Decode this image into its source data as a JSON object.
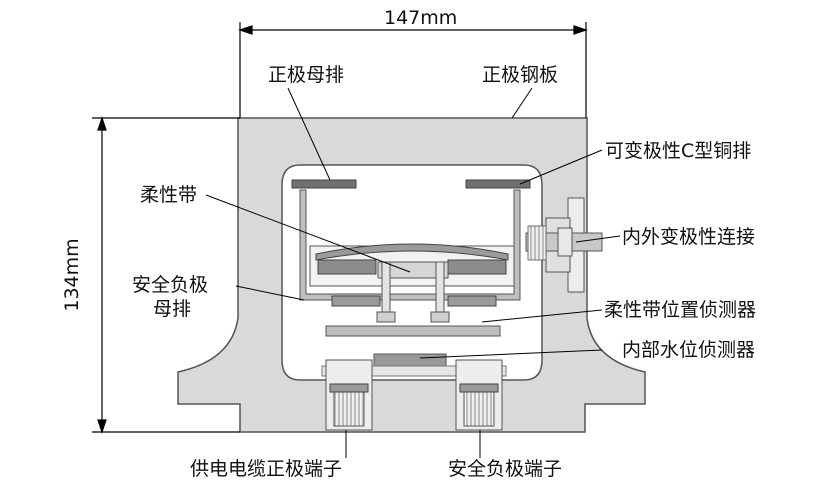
{
  "dimensions": {
    "width_label": "147mm",
    "height_label": "134mm"
  },
  "labels": {
    "positive_busbar": "正极母排",
    "positive_steel_plate": "正极钢板",
    "variable_c_copper_bar": "可变极性C型铜排",
    "flexible_strap": "柔性带",
    "inner_outer_connection": "内外变极性连接",
    "safety_negative_busbar_line1": "安全负极",
    "safety_negative_busbar_line2": "母排",
    "flexible_strap_position_detector": "柔性带位置侦测器",
    "internal_water_level_detector": "内部水位侦测器",
    "supply_cable_positive_terminal": "供电电缆正极端子",
    "safety_negative_terminal": "安全负极端子"
  },
  "colors": {
    "housing": "#d9d9d9",
    "housing_stroke": "#555555",
    "dark_bar": "#707070",
    "inner_box": "#f4f4f4",
    "leader": "#000000"
  }
}
